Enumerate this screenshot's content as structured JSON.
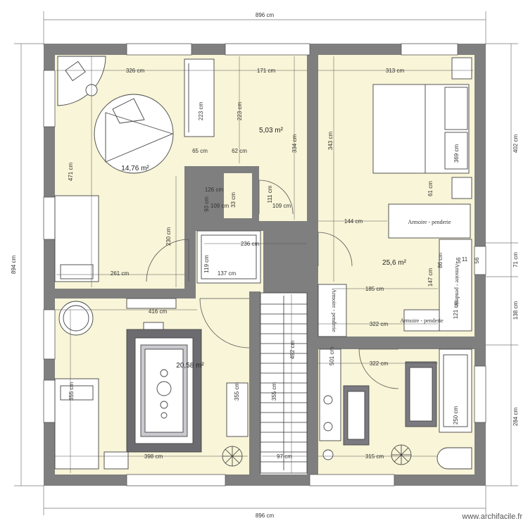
{
  "overall": {
    "top_width": "896 cm",
    "bottom_width": "896 cm",
    "left_height": "894 cm",
    "right_top": "402 cm",
    "right_71": "71 cm",
    "right_138": "138 cm",
    "right_bottom": "284 cm"
  },
  "rooms": {
    "bedroom_left": {
      "area": "14,76 m²",
      "width": "326 cm",
      "height": "471 cm"
    },
    "corridor": {
      "area": "5,03 m²"
    },
    "bedroom_right": {
      "area": "25,6 m²"
    },
    "bedroom_lower": {
      "area": "20,58 m²"
    }
  },
  "dims": {
    "d171": "171 cm",
    "d313": "313 cm",
    "d223a": "223 cm",
    "d223b": "223 cm",
    "d334": "334 cm",
    "d343": "343 cm",
    "d65": "65 cm",
    "d62": "62 cm",
    "d369": "369 cm",
    "d126": "126 cm",
    "d93": "93 cm",
    "d33": "33 cm",
    "d111": "111 cm",
    "d109a": "109 cm",
    "d109b": "109 cm",
    "d61": "61 cm",
    "d144": "144 cm",
    "d230": "230 cm",
    "d236": "236 cm",
    "d119": "119 cm",
    "d137": "137 cm",
    "d261": "261 cm",
    "d86": "86 cm",
    "d56a": "56",
    "d11": "11",
    "d56b": "56",
    "d147": "147 cm",
    "d185": "185 cm",
    "d416": "416 cm",
    "d121": "121 cm",
    "d322a": "322 cm",
    "d501": "501 cm",
    "d492": "492 cm",
    "d322b": "322 cm",
    "d355a": "355 cm",
    "d355b": "355 cm",
    "d355c": "355 cm",
    "d250": "250 cm",
    "d398": "398 cm",
    "d97": "97 cm",
    "d315": "315 cm"
  },
  "furniture": {
    "wardrobe_top": "Armoire - penderie",
    "wardrobe_vertical1": "Armoire - penderie",
    "wardrobe_vertical2": "Armoire - penderie",
    "small_label": "Armoire - penderie"
  },
  "credit": "www.archifacile.fr",
  "colors": {
    "wall": "#7f7f7f",
    "floor": "#f8f5d8",
    "dim_line": "#555555"
  }
}
